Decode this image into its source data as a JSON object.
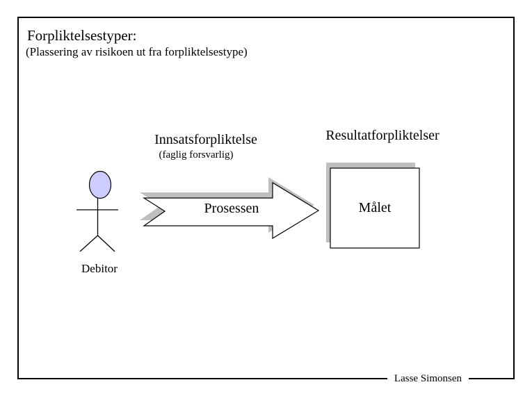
{
  "colors": {
    "shadow": "#bfbfbf",
    "outline": "#000000",
    "head_fill": "#ccccff",
    "background": "#ffffff"
  },
  "header": {
    "title": "Forpliktelsestyper:",
    "subtitle": "(Plassering av risikoen ut fra forpliktelsestype)"
  },
  "diagram": {
    "effort": {
      "label": "Innsatsforpliktelse",
      "sublabel": "(faglig forsvarlig)"
    },
    "result": {
      "label": "Resultatforpliktelser"
    },
    "process_arrow": {
      "label": "Prosessen"
    },
    "goal_box": {
      "label": "Målet"
    },
    "actor": {
      "label": "Debitor"
    }
  },
  "footer": {
    "author": "Lasse Simonsen"
  }
}
